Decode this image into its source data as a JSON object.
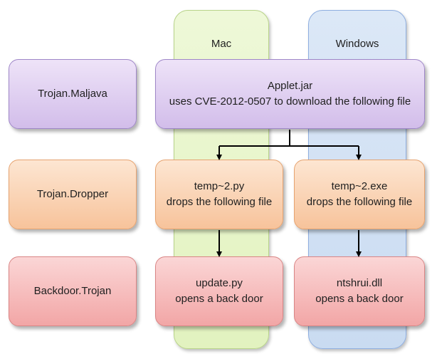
{
  "columns": {
    "mac": "Mac",
    "windows": "Windows"
  },
  "rows": {
    "maljava": "Trojan.Maljava",
    "dropper": "Trojan.Dropper",
    "backdoor": "Backdoor.Trojan"
  },
  "applet": {
    "line1": "Applet.jar",
    "line2": "uses CVE-2012-0507 to download the following file"
  },
  "mac_dropper": {
    "line1": "temp~2.py",
    "line2": "drops the following file"
  },
  "win_dropper": {
    "line1": "temp~2.exe",
    "line2": "drops the following file"
  },
  "mac_payload": {
    "line1": "update.py",
    "line2": "opens a back door"
  },
  "win_payload": {
    "line1": "ntshrui.dll",
    "line2": "opens a back door"
  },
  "colors": {
    "purple": "#d2bdea",
    "orange": "#f7c39b",
    "red": "#f2a6a6",
    "mac_column": "#e2f2bf",
    "windows_column": "#c9dbf1"
  }
}
